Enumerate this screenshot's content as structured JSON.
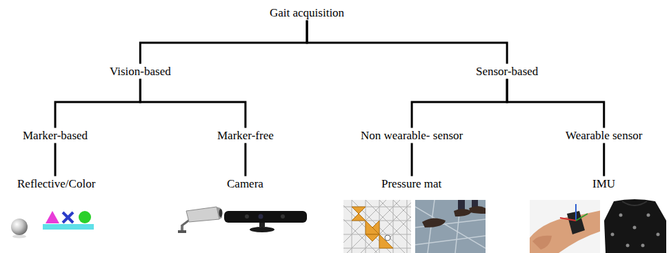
{
  "diagram": {
    "nodes": [
      {
        "text": [
          "Gait acquisition"
        ]
      },
      {
        "text": [
          "Vision-based"
        ]
      },
      {
        "text": [
          "Sensor-based"
        ]
      },
      {
        "text": [
          "Marker-based"
        ]
      },
      {
        "text": [
          "Marker-free"
        ]
      },
      {
        "text": [
          "Non wearable- sensor"
        ]
      },
      {
        "text": [
          "Wearable sensor"
        ]
      },
      {
        "text": [
          "Reflective/Color"
        ]
      },
      {
        "text": [
          "Camera"
        ]
      },
      {
        "text": [
          "Pressure mat"
        ]
      },
      {
        "text": [
          "IMU"
        ]
      }
    ],
    "edges": [
      {
        "from": 0,
        "to": 1,
        "arrow": "none"
      },
      {
        "from": 0,
        "to": 2,
        "arrow": "none"
      },
      {
        "from": 1,
        "to": 3,
        "arrow": "none"
      },
      {
        "from": 1,
        "to": 4,
        "arrow": "none"
      },
      {
        "from": 2,
        "to": 5,
        "arrow": "none"
      },
      {
        "from": 2,
        "to": 6,
        "arrow": "none"
      },
      {
        "from": 3,
        "to": 7,
        "arrow": "none"
      },
      {
        "from": 4,
        "to": 8,
        "arrow": "none"
      },
      {
        "from": 5,
        "to": 9,
        "arrow": "none"
      },
      {
        "from": 6,
        "to": 10,
        "arrow": "none"
      }
    ]
  }
}
